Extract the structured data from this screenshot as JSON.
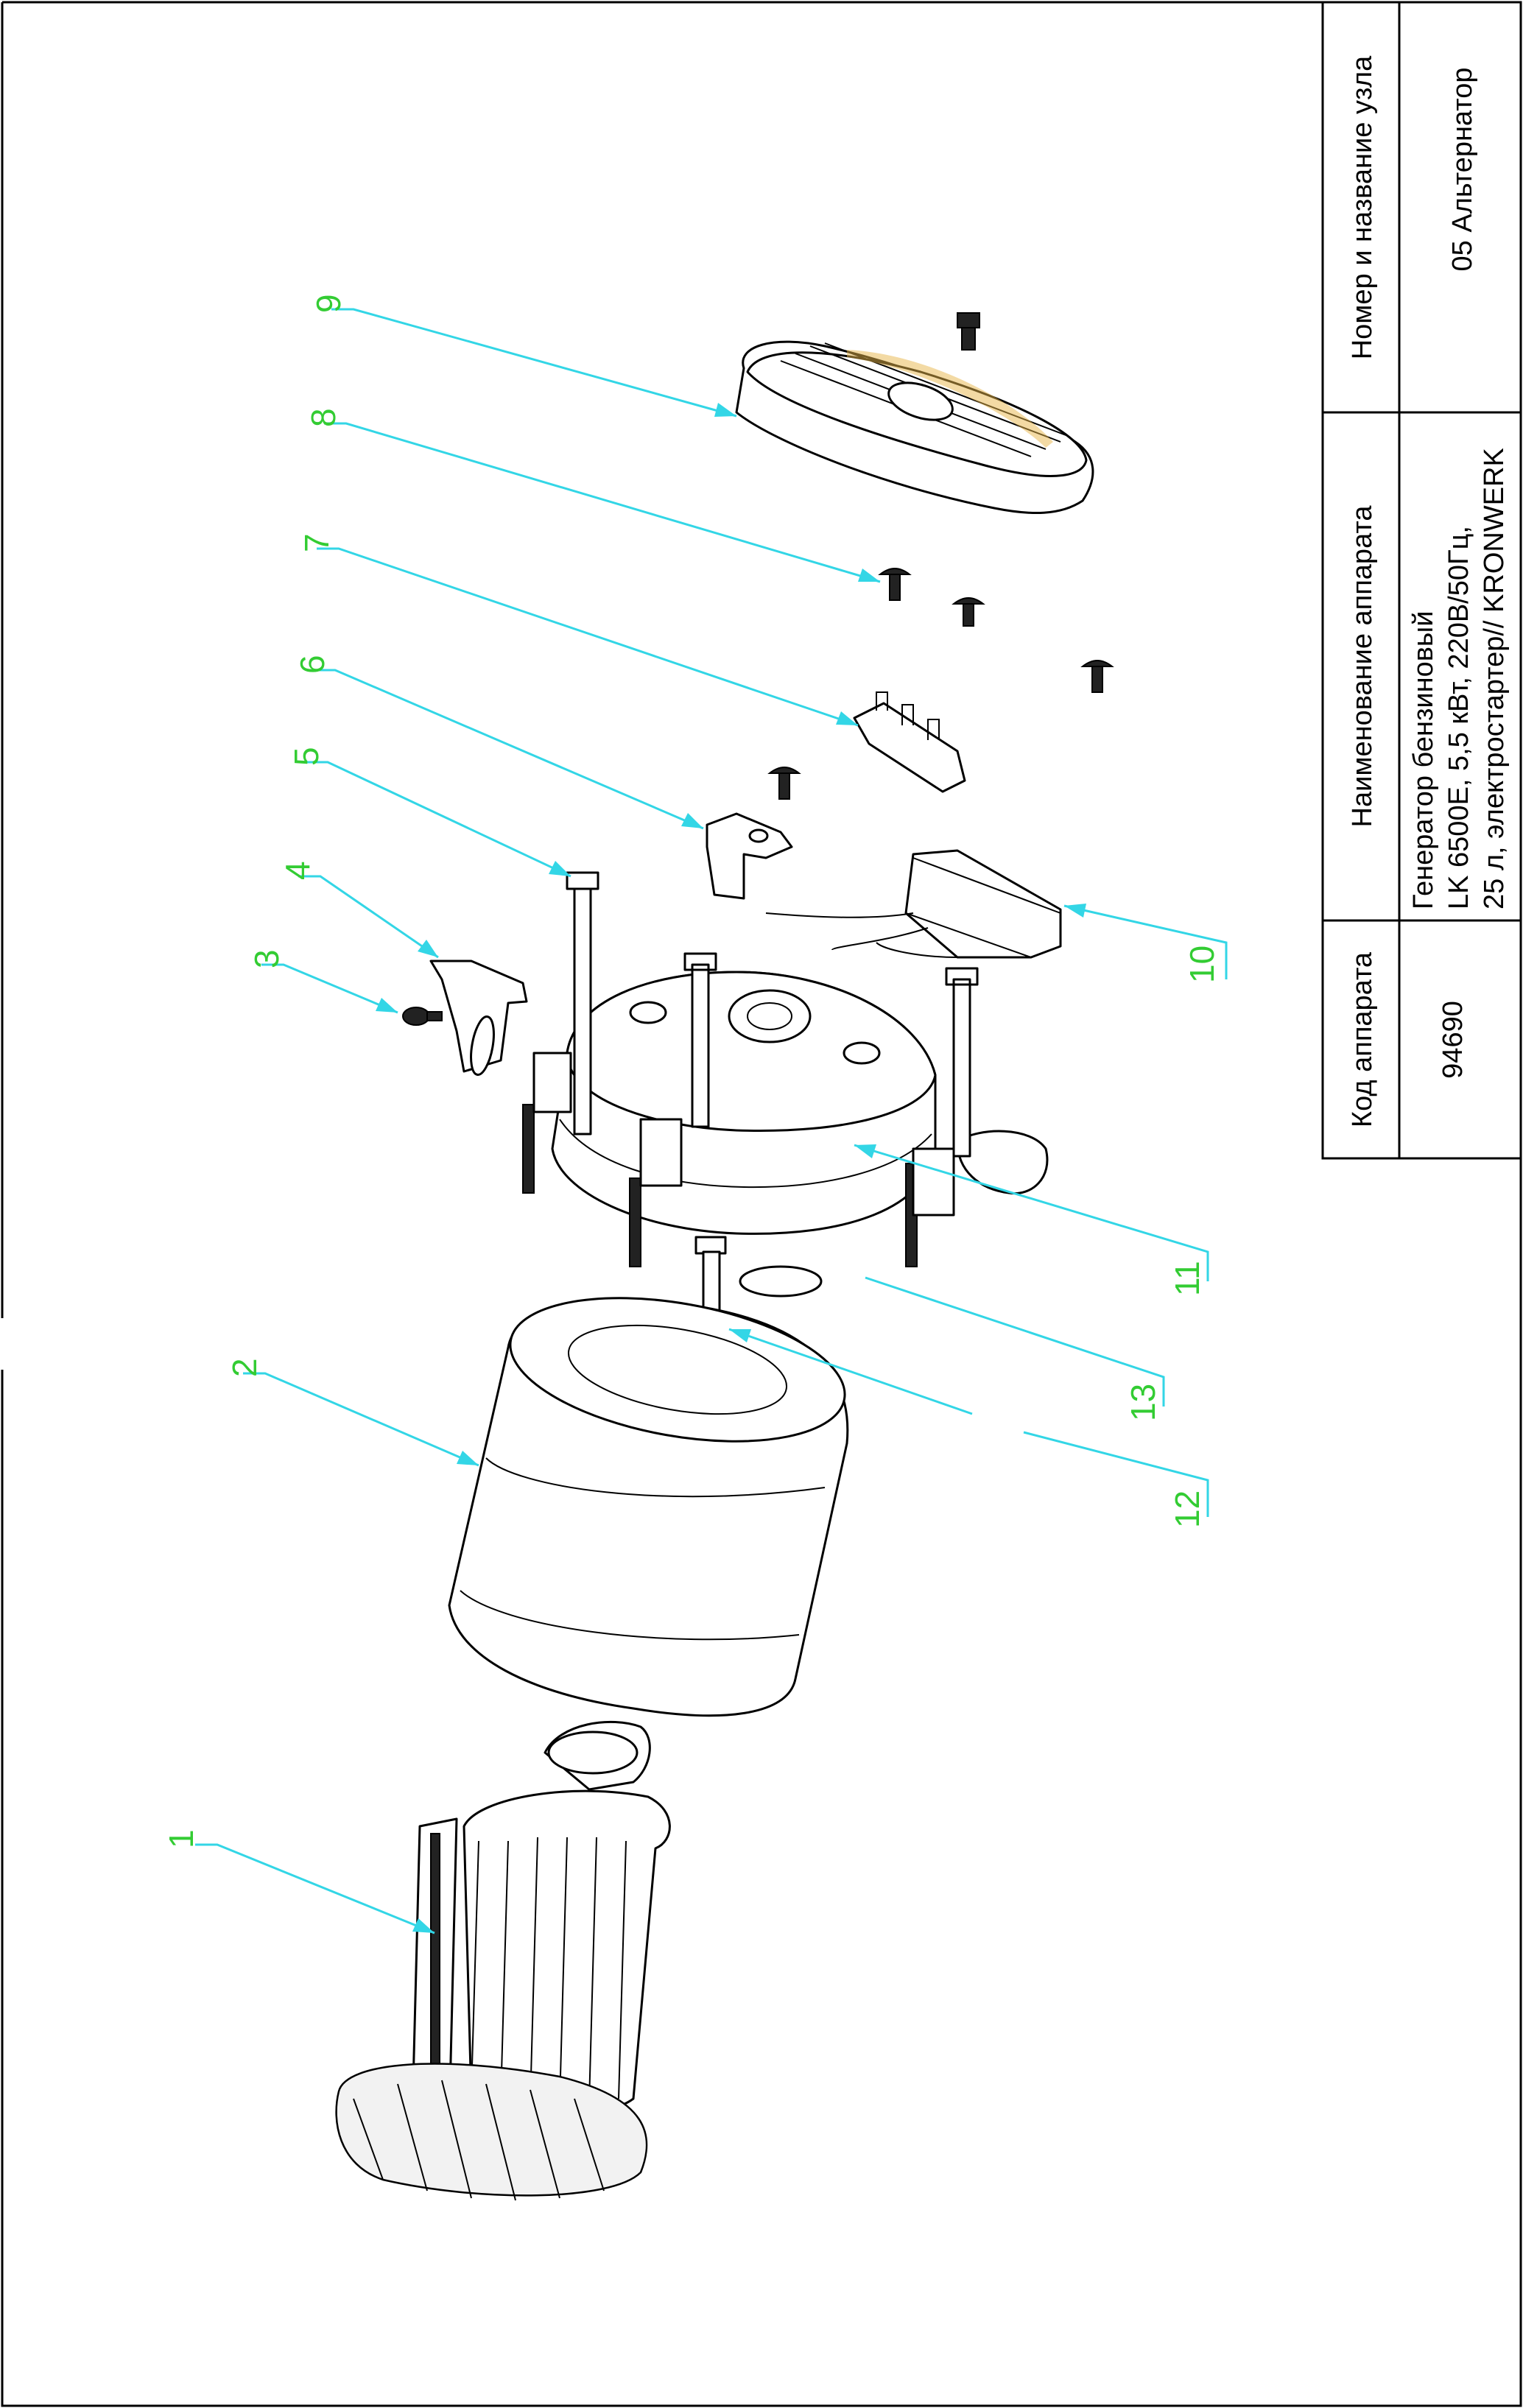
{
  "title_block": {
    "headers": {
      "code": "Код аппарата",
      "name": "Наименование аппарата",
      "unit": "Номер и название узла"
    },
    "values": {
      "code": "94690",
      "name_lines": [
        "Генератор бензиновый",
        "LK 6500E, 5,5 кВт, 220В/50Гц,",
        "25 л, электростартер// KRONWERK"
      ],
      "unit": "05 Альтернатор"
    }
  },
  "callouts": [
    "1",
    "2",
    "3",
    "4",
    "5",
    "6",
    "7",
    "8",
    "9",
    "10",
    "11",
    "12",
    "13"
  ],
  "colors": {
    "leader": "#33d6e6",
    "callout_text": "#33cc33",
    "line": "#000000"
  }
}
